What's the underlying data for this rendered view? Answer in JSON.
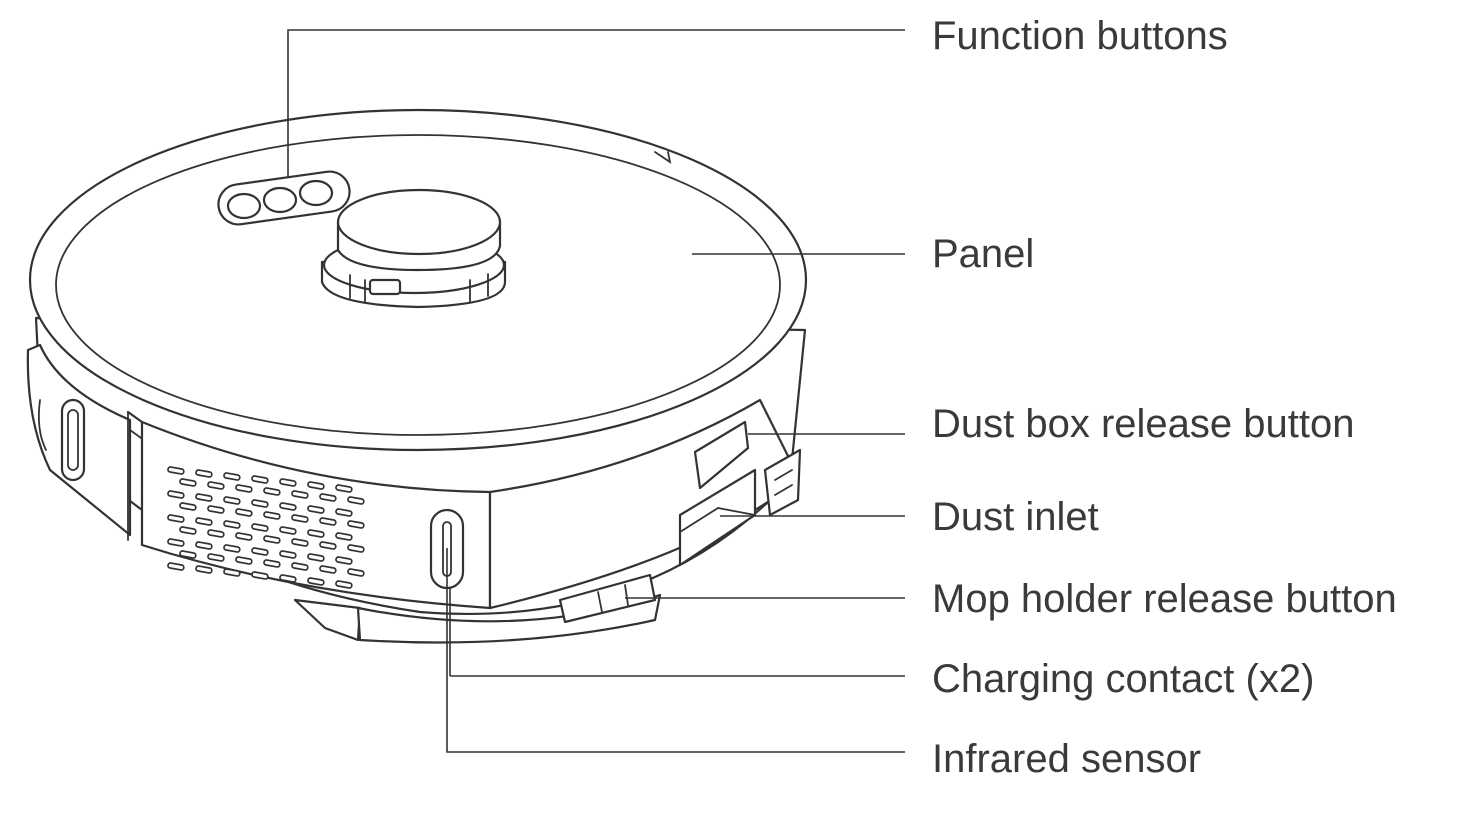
{
  "labels": {
    "function_buttons": "Function buttons",
    "panel": "Panel",
    "dust_box_release_button": "Dust box release button",
    "dust_inlet": "Dust inlet",
    "mop_holder_release_button": "Mop holder release button",
    "charging_contact": "Charging contact (x2)",
    "infrared_sensor": "Infrared sensor"
  },
  "colors": {
    "line": "#333333",
    "text": "#3a3a3a",
    "background": "#ffffff"
  }
}
